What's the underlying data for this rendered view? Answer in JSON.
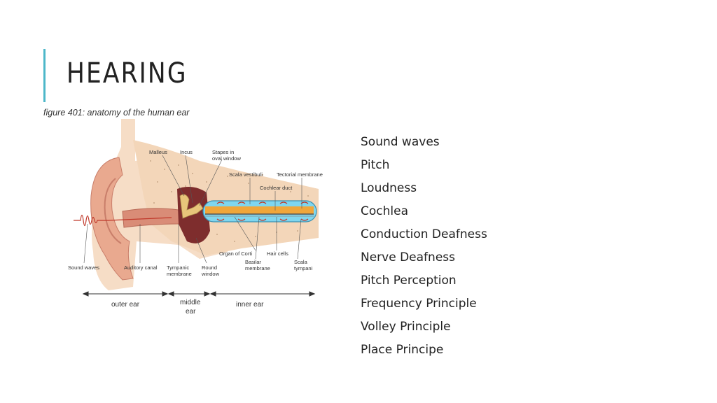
{
  "slide": {
    "title": "HEARING",
    "accent_color": "#4db7c9"
  },
  "figure": {
    "caption": "figure 401: anatomy of the human ear",
    "labels": {
      "malleus": "Malleus",
      "incus": "Incus",
      "stapes_line1": "Stapes in",
      "stapes_line2": "oval window",
      "scala_vestibuli": "Scala vestibuli",
      "tectorial_membrane": "Tectorial membrane",
      "cochlear_duct": "Cochlear duct",
      "organ_of_corti": "Organ of Corti",
      "hair_cells": "Hair cells",
      "basilar_line1": "Basilar",
      "basilar_line2": "membrane",
      "scala_tympani_line1": "Scala",
      "scala_tympani_line2": "tympani",
      "sound_waves": "Sound waves",
      "auditory_canal": "Auditory canal",
      "tympanic_line1": "Tympanic",
      "tympanic_line2": "membrane",
      "round_window_line1": "Round",
      "round_window_line2": "window"
    },
    "regions": {
      "outer_ear": "outer ear",
      "middle_ear_line1": "middle",
      "middle_ear_line2": "ear",
      "inner_ear": "inner ear"
    }
  },
  "topics": [
    "Sound waves",
    "Pitch",
    "Loudness",
    "Cochlea",
    "Conduction Deafness",
    "Nerve Deafness",
    "Pitch Perception",
    "Frequency Principle",
    "Volley Principle",
    "Place Principe"
  ]
}
